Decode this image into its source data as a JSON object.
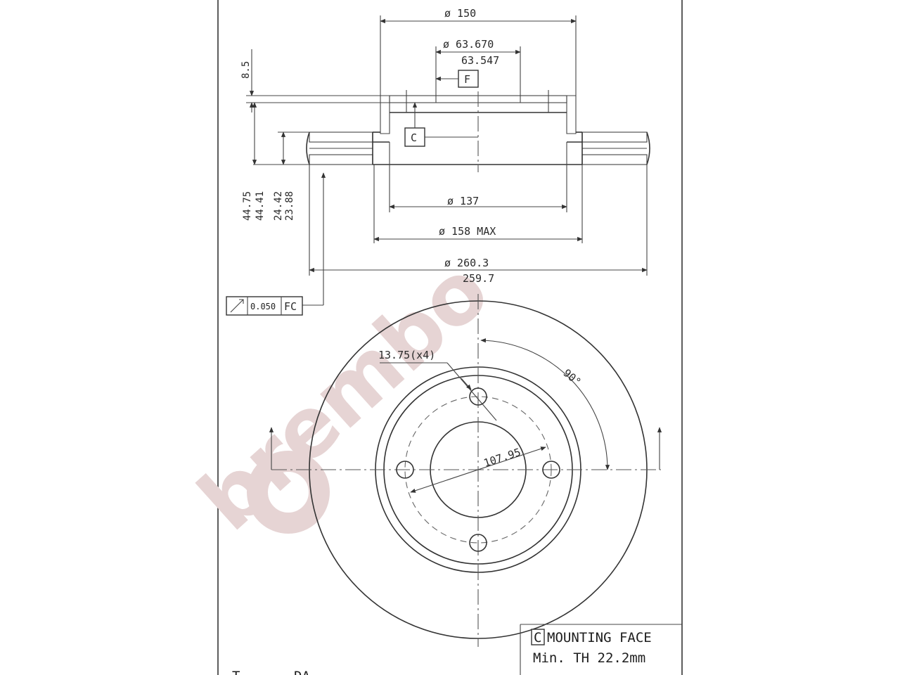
{
  "brand": {
    "watermark": "brembo"
  },
  "colors": {
    "line": "#333333",
    "watermark": "#e6d4d4",
    "background": "#ffffff"
  },
  "section": {
    "hat_diameter": "ø 150",
    "bore_max": "ø 63.670",
    "bore_min": "63.547",
    "datum_f": "F",
    "datum_c": "C",
    "hat_height": "8.5",
    "height_max": "44.75",
    "height_min": "44.41",
    "thickness_max": "24.42",
    "thickness_min": "23.88",
    "inner_diameter": "ø 137",
    "max_inner_diameter": "ø 158 MAX",
    "outer_diameter_max": "ø 260.3",
    "outer_diameter_min": "259.7",
    "tolerance_value": "0.050",
    "tolerance_datum": "FC"
  },
  "plan": {
    "hole_spec": "13.75(x4)",
    "angle": "90°",
    "pcd": "107.95"
  },
  "notes": {
    "mounting_face_key": "C",
    "mounting_face": "MOUNTING FACE",
    "min_thickness": "Min. TH 22.2mm",
    "cut_text_1": "T",
    "cut_text_2": "DA"
  }
}
